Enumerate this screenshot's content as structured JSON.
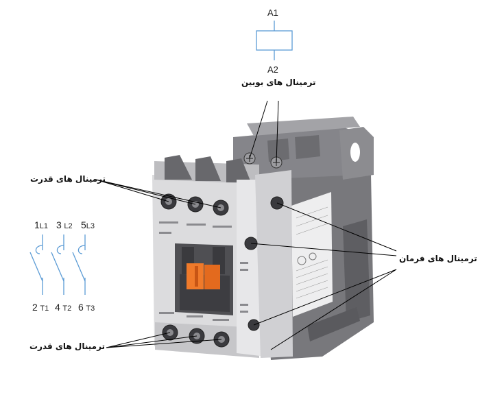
{
  "coil": {
    "top_terminal": "A1",
    "bottom_terminal": "A2",
    "caption": "ترمینال های بوبین"
  },
  "labels": {
    "power_top": "ترمینال های قدرت",
    "power_bottom": "ترمینال های قدرت",
    "control": "ترمینال های فرمان"
  },
  "schematic": {
    "top": [
      {
        "num": "1",
        "name": "L1"
      },
      {
        "num": "3",
        "name": "L2"
      },
      {
        "num": "5",
        "name": "L3"
      }
    ],
    "bottom": [
      {
        "num": "2",
        "name": "T1"
      },
      {
        "num": "4",
        "name": "T2"
      },
      {
        "num": "6",
        "name": "T3"
      }
    ]
  },
  "colors": {
    "coil_symbol": "#5b9bd5",
    "body_light": "#d9d9db",
    "body_dark": "#77777b",
    "actuator": "#f07a2a",
    "leader_line": "#000000"
  }
}
